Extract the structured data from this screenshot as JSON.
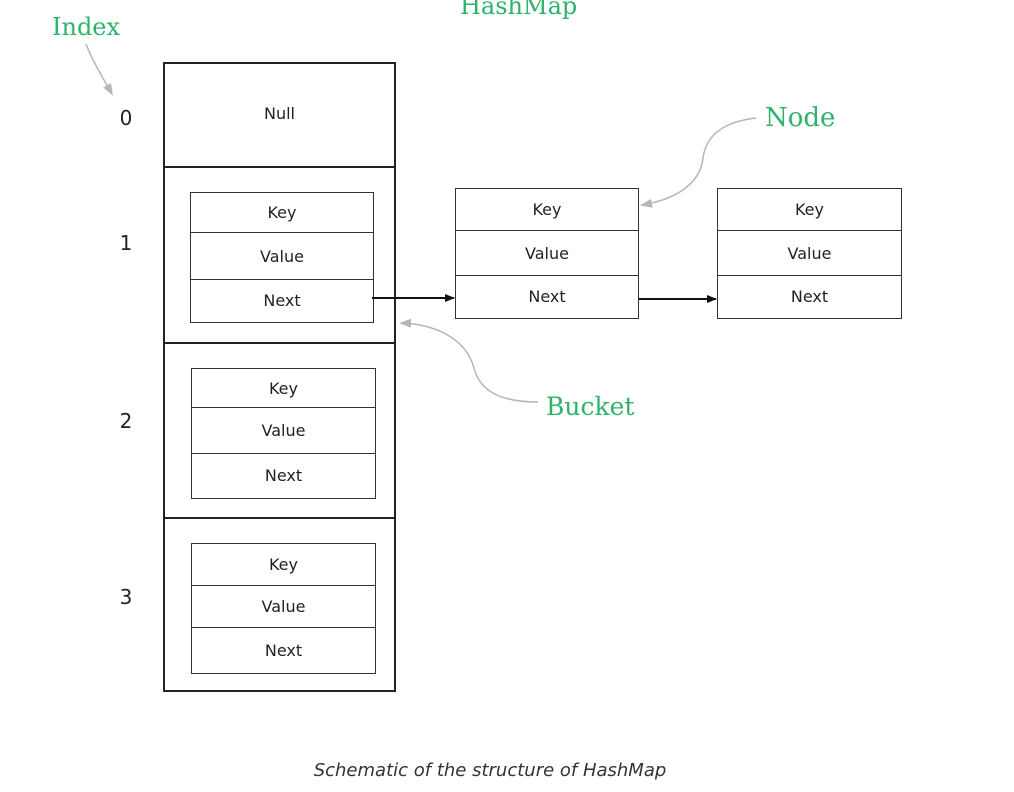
{
  "labels": {
    "title": "HashMap",
    "index": "Index",
    "node": "Node",
    "bucket": "Bucket"
  },
  "indices": [
    "0",
    "1",
    "2",
    "3"
  ],
  "buckets": [
    {
      "null_text": "Null"
    },
    {
      "fields": [
        "Key",
        "Value",
        "Next"
      ]
    },
    {
      "fields": [
        "Key",
        "Value",
        "Next"
      ]
    },
    {
      "fields": [
        "Key",
        "Value",
        "Next"
      ]
    }
  ],
  "chain_nodes": [
    {
      "fields": [
        "Key",
        "Value",
        "Next"
      ]
    },
    {
      "fields": [
        "Key",
        "Value",
        "Next"
      ]
    }
  ],
  "caption": "Schematic of the structure of HashMap",
  "colors": {
    "label_green": "#2fb36a",
    "annotation_arrow": "#b5b5b5",
    "box_border": "#222222"
  }
}
